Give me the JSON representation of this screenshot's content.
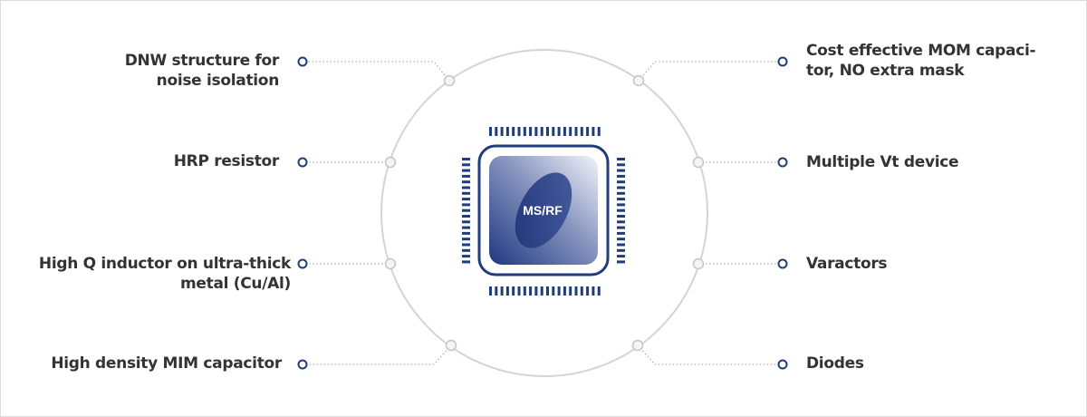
{
  "chip": {
    "label": "MS/RF"
  },
  "features": {
    "left": [
      {
        "lines": [
          "DNW structure for",
          "noise isolation"
        ]
      },
      {
        "lines": [
          "HRP resistor"
        ]
      },
      {
        "lines": [
          "High Q inductor on ultra-thick",
          "metal (Cu/Al)"
        ]
      },
      {
        "lines": [
          "High density MIM capacitor"
        ]
      }
    ],
    "right": [
      {
        "lines": [
          "Cost effective  MOM capaci-",
          "tor, NO extra mask"
        ]
      },
      {
        "lines": [
          "Multiple Vt device"
        ]
      },
      {
        "lines": [
          "Varactors"
        ]
      },
      {
        "lines": [
          "Diodes"
        ]
      }
    ]
  },
  "colors": {
    "accent": "#1f3c7c",
    "circle": "#d4d4d4",
    "leader": "#9a9a9a",
    "text": "#333333"
  }
}
